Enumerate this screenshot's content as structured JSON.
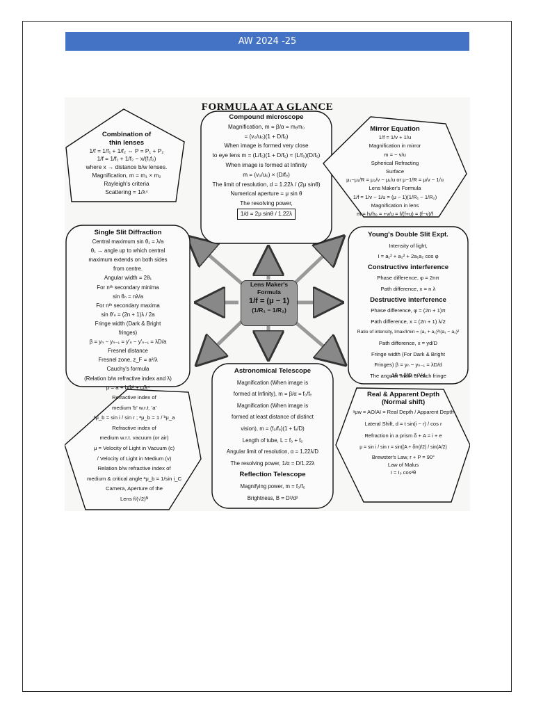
{
  "banner": {
    "text": "AW 2024 -25"
  },
  "sheet": {
    "title": "FORMULA AT A GLANCE",
    "center": {
      "lines": [
        "Lens Maker's",
        "Formula",
        "1/f = (μ − 1)",
        "(1/R₁ − 1/R₂)"
      ]
    },
    "combination": {
      "heading": [
        "Combination of",
        "thin lenses"
      ],
      "lines": [
        "1/f = 1/f₁ + 1/f₂ ⇔ P = P₁ + P₂",
        "1/f = 1/f₁ + 1/f₂ − x/(f₁f₂)",
        "where x → distance b/w lenses.",
        "Magnification, m = m₁ × m₂",
        "Rayleigh's criteria",
        "Scattering = 1/λ⁴"
      ]
    },
    "compound": {
      "heading": [
        "Compound   microscope"
      ],
      "lines": [
        "Magnification, m = β/α = mₑm₀",
        "= (v₀/u₀)(1 + D/fₑ)",
        "When image is formed very close",
        "to eye lens m = (L/f₀)(1 + D/fₑ) ≈ (L/f₀)(D/fₑ)",
        "When image is formed at Infinity",
        "m = (v₀/u₀) × (D/fₑ)",
        "The limit of resolution, d = 1.22λ / (2μ sinθ)",
        "Numerical aperture = μ sin θ",
        "The resolving power,",
        "1/d = 2μ sinθ / 1.22λ"
      ]
    },
    "mirror": {
      "heading": [
        "Mirror Equation"
      ],
      "lines": [
        "1/f = 1/v + 1/u",
        "Magnification in mirror",
        "m = − v/u",
        "Spherical Refracting",
        "Surface",
        "μ₂−μ₁/R = μ₂/v − μ₁/u or μ−1/R = μ/v − 1/u",
        "Lens Maker's Formula",
        "1/f = 1/v − 1/u = (μ − 1)(1/R₁ − 1/R₂)",
        "Magnification in lens",
        "m = hᵢ/h₀ = +v/u = f/(f+u) = (f−v)/f"
      ]
    },
    "single_slit": {
      "heading": [
        "Single Slit Diffraction"
      ],
      "lines": [
        "Central maximum sin θ₁ = λ/a",
        "θ₁ → angle up to which central",
        "maximum extends on both sides",
        "from centre.",
        "Angular width = 2θ₁",
        "For nᵗʰ secondary minima",
        "sin θₙ = nλ/a",
        "For nᵗʰ secondary maxima",
        "sin θ′ₙ = (2n + 1)λ / 2a",
        "Fringe width (Dark & Bright",
        "fringes)",
        "β = yₙ − yₙ₋₁ = y′ₙ − y′ₙ₋₁ = λD/a",
        "Fresnel distance",
        "Fresnel zone,  z_F = a²/λ",
        "Cauchy's formula",
        "(Relation b/w refractive index and λ)",
        "μ = a + b/λ² + c/λ⁴"
      ]
    },
    "young": {
      "heading": [
        "Young's Double Slit Expt."
      ],
      "lines": [
        "Intensity of light,",
        "I = a₁² + a₂² + 2a₁a₂ cos φ",
        "Constructive    interference",
        "Phase difference, φ = 2nπ",
        "Path difference, x = n λ",
        "Destructive    interference",
        "Phase difference, φ = (2n + 1)π",
        "Path difference, x = (2n + 1) λ/2",
        "Ratio of intensity, Imax/Imin = (a₁ + a₂)²/(a₁ − a₂)²",
        "Path difference, x = yd/D",
        "Fringe width (For Dark & Bright",
        "Fringes) β = yₙ − yₙ₋₁ = λD/d",
        "The angular width of each fringe",
        "Δθ = β/D = λ/d"
      ]
    },
    "refractive": {
      "lines": [
        "Refractive index of",
        "medium 'b' w.r.t. 'a'",
        "ᵃμ_b = sin i / sin r ;  ᵃμ_b = 1 / ᵇμ_a",
        "Refractive index of",
        "medium w.r.t. vacuum (or air)",
        "μ = Velocity of Light in Vacuum (c)",
        "/ Velocity of Light in Medium (v)",
        "Relation b/w refractive index of",
        "medium & critical angle ᵃμ_b = 1/sin i_C",
        "Camera, Aperture of the",
        "Lens  f/(√2)ᴺ"
      ]
    },
    "telescope": {
      "heading": [
        "Astronomical    Telescope"
      ],
      "lines": [
        "Magnification (When image is",
        "formed at Infinity),  m = β/α = f₀/fₑ",
        "Magnification (When image is",
        "formed at least distance of distinct",
        "vision),  m = (f₀/fₑ)(1 + fₑ/D)",
        "Length of tube,  L = f₀ + fₑ",
        "Angular limit of resolution, α = 1.22λ/D",
        "The resolving power,  1/α = D/1.22λ",
        "Reflection    Telescope",
        "Magnifying power,  m = f₀/fₑ",
        "Brightness, B = D²/d²"
      ]
    },
    "real_apparent": {
      "heading": [
        "Real & Apparent Depth",
        "(Normal  shift)"
      ],
      "lines": [
        "ᵃμw = AO/AI = Real Depth / Apparent Depth",
        "Lateral Shift,  d = t sin(i − r) / cos r",
        "Refraction in a prism δ + A = i + e",
        "μ = sin i / sin r = sin((A + δm)/2) / sin(A/2)",
        "Brewster's Law, r + P = 90°",
        "Law of Malus",
        "I = I₀ cos²θ"
      ]
    }
  }
}
